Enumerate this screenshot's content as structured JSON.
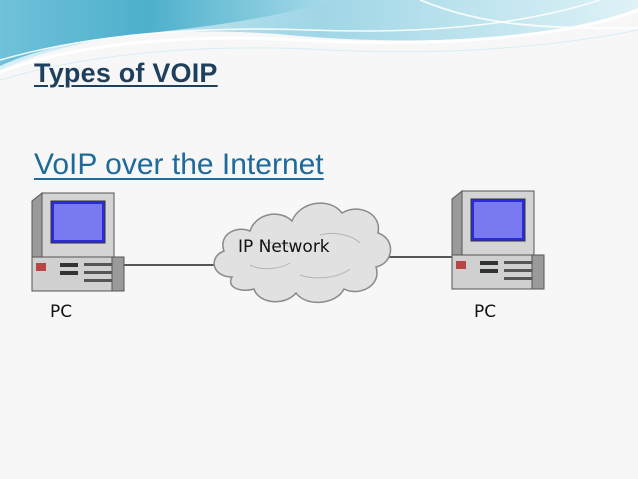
{
  "slide": {
    "title": "Types of VOIP",
    "subtitle": "VoIP over the Internet"
  },
  "diagram": {
    "left_device_label": "PC",
    "cloud_label": "IP Network",
    "right_device_label": "PC"
  },
  "colors": {
    "title": "#1f3f5f",
    "subtitle": "#1e6a9a",
    "swoosh_light": "#cfeaf3",
    "swoosh_mid": "#7fc8dd",
    "swoosh_dark": "#3aa7c6"
  },
  "icons": [
    "desktop-computer-icon",
    "cloud-icon",
    "desktop-computer-icon"
  ]
}
